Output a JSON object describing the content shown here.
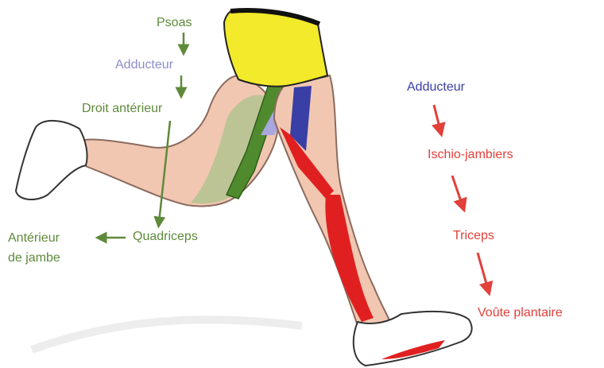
{
  "colors": {
    "front_chain": "#5e8a3a",
    "adducteur_front": "#8e8ccf",
    "adducteur_back": "#3a3fa6",
    "back_chain": "#e2403a",
    "shorts": "#f2ea2a",
    "skin": "#f1c7b2"
  },
  "front_chain": {
    "psoas": "Psoas",
    "adducteur": "Adducteur",
    "droit_anterieur": "Droit antérieur",
    "quadriceps": "Quadriceps",
    "anterieur_line1": "Antérieur",
    "anterieur_line2": "de jambe"
  },
  "back_chain": {
    "adducteur": "Adducteur",
    "ischio": "Ischio-jambiers",
    "triceps": "Triceps",
    "voute": "Voûte plantaire"
  },
  "icons": [
    "arrow-down-icon",
    "arrow-left-icon"
  ]
}
